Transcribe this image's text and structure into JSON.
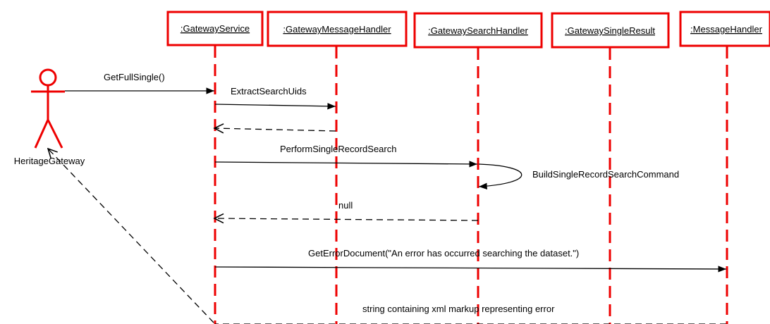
{
  "actor": {
    "name": "HeritageGateway"
  },
  "lifelines": [
    {
      "id": "gateway-service",
      "name": ":GatewayService"
    },
    {
      "id": "gateway-message-handler",
      "name": ":GatewayMessageHandler"
    },
    {
      "id": "gateway-search-handler",
      "name": ":GatewaySearchHandler"
    },
    {
      "id": "gateway-single-result",
      "name": ":GatewaySingleResult"
    },
    {
      "id": "message-handler",
      "name": ":MessageHandler"
    }
  ],
  "messages": [
    {
      "label": "GetFullSingle()",
      "style": "solid",
      "from": "actor",
      "to": "gateway-service"
    },
    {
      "label": "ExtractSearchUids",
      "style": "solid",
      "from": "gateway-service",
      "to": "gateway-message-handler"
    },
    {
      "label": "",
      "style": "dashed",
      "from": "gateway-message-handler",
      "to": "gateway-service"
    },
    {
      "label": "PerformSingleRecordSearch",
      "style": "solid",
      "from": "gateway-service",
      "to": "gateway-search-handler"
    },
    {
      "label": "BuildSingleRecordSearchCommand",
      "style": "self",
      "from": "gateway-search-handler",
      "to": "gateway-search-handler"
    },
    {
      "label": "null",
      "style": "dashed",
      "from": "gateway-search-handler",
      "to": "gateway-service"
    },
    {
      "label": "GetErrorDocument(\"An error has occurred searching the dataset.\")",
      "style": "solid",
      "from": "gateway-service",
      "to": "message-handler"
    },
    {
      "label": "string containing xml markup representing error",
      "style": "dashed",
      "from": "message-handler",
      "to": "actor"
    }
  ],
  "colors": {
    "lifeline": "#ee0000",
    "message": "#000000",
    "background": "#ffffff"
  }
}
